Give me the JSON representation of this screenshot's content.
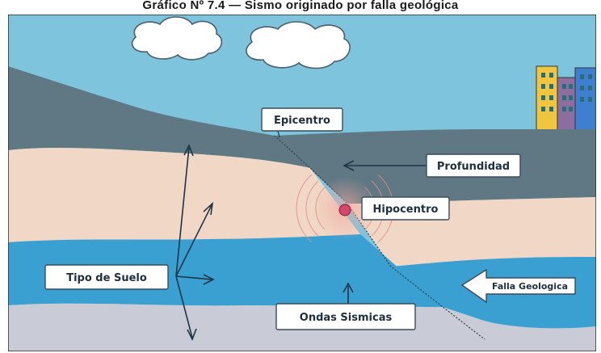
{
  "caption": "Gráfico Nº 7.4 — Sismo originado por falla geológica",
  "labels": {
    "epicentro": "Epicentro",
    "profundidad": "Profundidad",
    "hipocentro": "Hipocentro",
    "tipo_de_suelo": "Tipo de Suelo",
    "falla_geologica": "Falla Geologica",
    "ondas_sismicas": "Ondas Sismicas"
  },
  "colors": {
    "sky": "#7ec4dc",
    "cloud": "#ffffff",
    "upper_block": "#5f7884",
    "sand_layer": "#f1d7c5",
    "water_layer": "#3aa0d2",
    "bedrock": "#c9ccd6",
    "hypocenter": "#d6456a",
    "building_yellow": "#f0c640",
    "building_purple": "#8a6fa0",
    "building_blue": "#3f7fcf"
  }
}
